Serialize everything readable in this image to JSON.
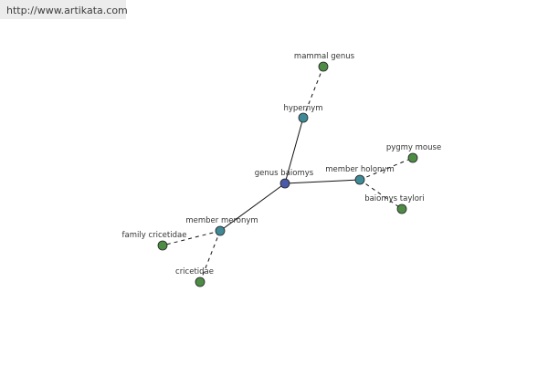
{
  "source": {
    "url_text": "http://www.artikata.com"
  },
  "colors": {
    "center": "#4a5aa8",
    "relation": "#3f8a96",
    "term": "#4e8c46",
    "edge": "#111111",
    "banner": "#ececec"
  },
  "graph": {
    "nodes": [
      {
        "id": "genus-baiomys",
        "label": "genus baiomys",
        "kind": "center"
      },
      {
        "id": "hypernym",
        "label": "hypernym",
        "kind": "relation"
      },
      {
        "id": "member-holonym",
        "label": "member holonym",
        "kind": "relation"
      },
      {
        "id": "member-meronym",
        "label": "member meronym",
        "kind": "relation"
      },
      {
        "id": "mammal-genus",
        "label": "mammal genus",
        "kind": "term"
      },
      {
        "id": "pygmy-mouse",
        "label": "pygmy mouse",
        "kind": "term"
      },
      {
        "id": "baiomys-taylori",
        "label": "baiomys taylori",
        "kind": "term"
      },
      {
        "id": "family-cricetidae",
        "label": "family cricetidae",
        "kind": "term"
      },
      {
        "id": "cricetidae",
        "label": "cricetidae",
        "kind": "term"
      }
    ],
    "edges": [
      {
        "from": "genus-baiomys",
        "to": "hypernym",
        "style": "solid"
      },
      {
        "from": "genus-baiomys",
        "to": "member-holonym",
        "style": "solid"
      },
      {
        "from": "genus-baiomys",
        "to": "member-meronym",
        "style": "solid"
      },
      {
        "from": "hypernym",
        "to": "mammal-genus",
        "style": "dashed"
      },
      {
        "from": "member-holonym",
        "to": "pygmy-mouse",
        "style": "dashed"
      },
      {
        "from": "member-holonym",
        "to": "baiomys-taylori",
        "style": "dashed"
      },
      {
        "from": "member-meronym",
        "to": "family-cricetidae",
        "style": "dashed"
      },
      {
        "from": "member-meronym",
        "to": "cricetidae",
        "style": "dashed"
      }
    ]
  }
}
